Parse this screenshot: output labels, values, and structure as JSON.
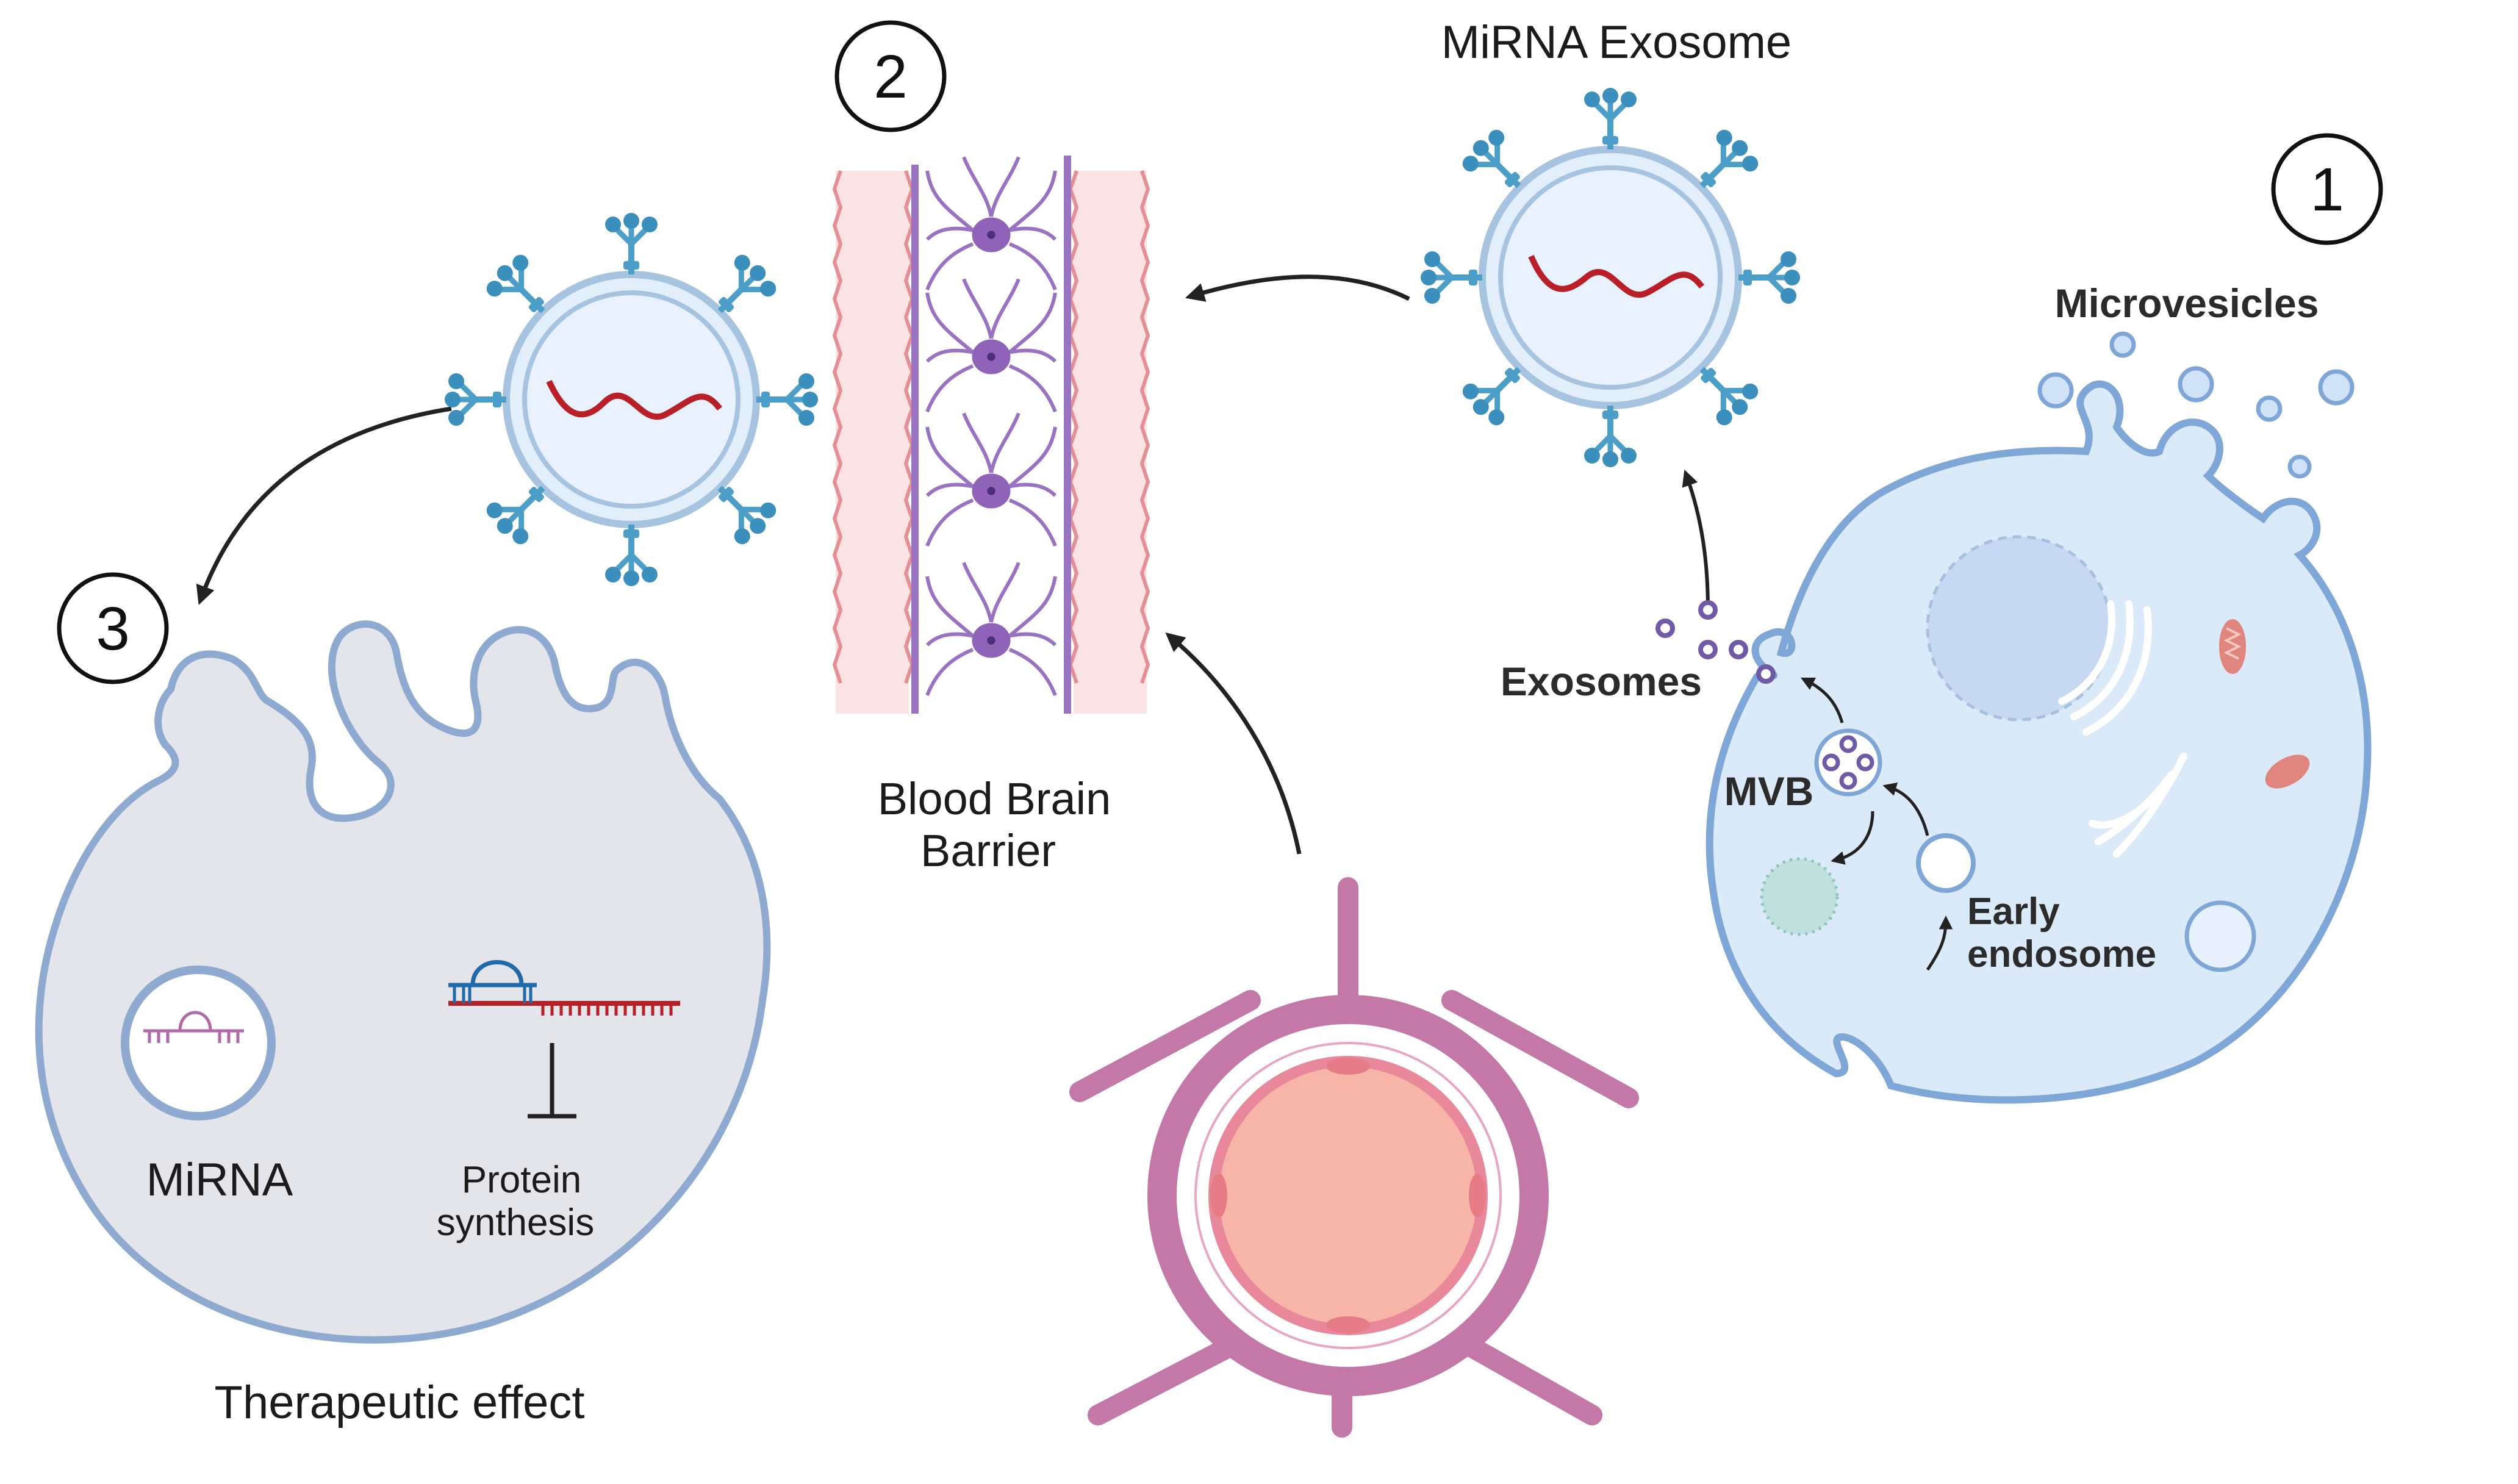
{
  "steps": [
    "1",
    "2",
    "3"
  ],
  "labels": {
    "mirna_exosome": "MiRNA Exosome",
    "microvesicles": "Microvesicles",
    "exosomes": "Exosomes",
    "mvb": "MVB",
    "early_endosome_line1": "Early",
    "early_endosome_line2": "endosome",
    "bbb_line1": "Blood Brain",
    "bbb_line2": "Barrier",
    "mirna": "MiRNA",
    "protein_line1": "Protein",
    "protein_line2": "synthesis",
    "therapeutic_effect": "Therapeutic effect"
  },
  "colors": {
    "cell_fill": "#dbeaf8",
    "cell_stroke": "#7ea6d6",
    "target_fill": "#e4e5ea",
    "target_stroke": "#8eaad1",
    "rna": "#b81f26",
    "receptor": "#4a9ec7",
    "neuron": "#8e63b8",
    "vessel_wall": "#f4c1c4",
    "pericyte": "#c478a8",
    "arrow": "#222222"
  }
}
